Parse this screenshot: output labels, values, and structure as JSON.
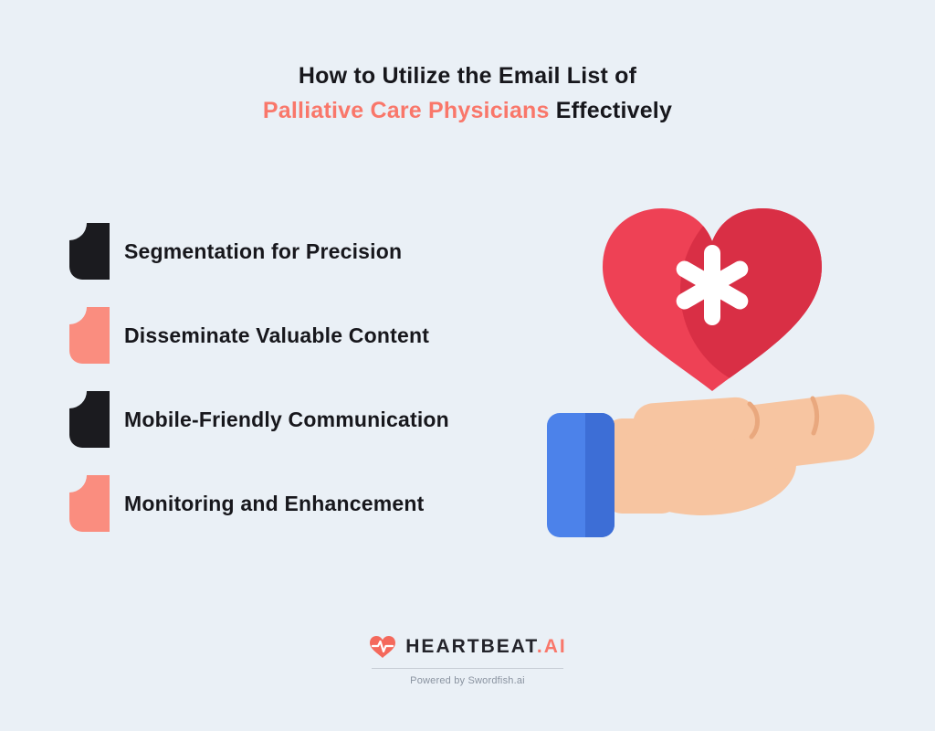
{
  "page": {
    "background_color": "#eaf0f6"
  },
  "title": {
    "line1": "How to Utilize the Email List of",
    "line2_highlight": "Palliative Care Physicians",
    "line2_rest": " Effectively",
    "text_color": "#17171c",
    "highlight_color": "#f9776a"
  },
  "list": {
    "items": [
      {
        "label": "Segmentation for Precision",
        "icon": "quote-icon",
        "icon_color": "#1b1b1f"
      },
      {
        "label": "Disseminate Valuable Content",
        "icon": "quote-icon",
        "icon_color": "#fa8d7f"
      },
      {
        "label": "Mobile-Friendly Communication",
        "icon": "quote-icon",
        "icon_color": "#1b1b1f"
      },
      {
        "label": "Monitoring and Enhancement",
        "icon": "quote-icon",
        "icon_color": "#fa8d7f"
      }
    ]
  },
  "illustration": {
    "name": "hand-holding-medical-heart",
    "heart_color": "#ee4155",
    "heart_shade_color": "#d92f45",
    "asterisk_color": "#ffffff",
    "hand_color": "#f7c5a1",
    "sleeve_color": "#4c82ea",
    "sleeve_shade_color": "#3d6ed6"
  },
  "footer": {
    "brand_main": "HEARTBEAT",
    "brand_suffix": ".AI",
    "accent_color": "#f4695c",
    "tagline": "Powered by Swordfish.ai"
  }
}
